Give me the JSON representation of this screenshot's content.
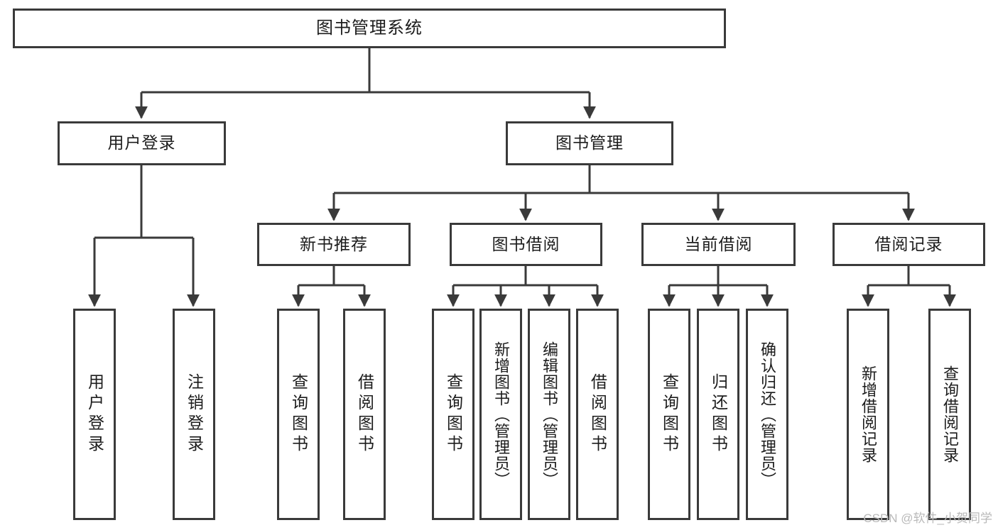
{
  "diagram": {
    "title": "图书管理系统",
    "type": "tree",
    "watermark": "CSDN @软件_小贺同学",
    "colors": {
      "box_border": "#3a3a3a",
      "box_fill": "#ffffff",
      "edge": "#3a3a3a",
      "text": "#1c1c1c",
      "watermark": "#b9b9b9"
    },
    "nodes": {
      "root": {
        "label": "图书管理系统"
      },
      "level2": [
        {
          "label": "用户登录"
        },
        {
          "label": "图书管理"
        }
      ],
      "level3": [
        {
          "label": "新书推荐"
        },
        {
          "label": "图书借阅"
        },
        {
          "label": "当前借阅"
        },
        {
          "label": "借阅记录"
        }
      ],
      "leaves": {
        "user_login": [
          {
            "label": "用户登录"
          },
          {
            "label": "注销登录"
          }
        ],
        "new_book": [
          {
            "label": "查询图书"
          },
          {
            "label": "借阅图书"
          }
        ],
        "book_borrow": [
          {
            "label": "查询图书"
          },
          {
            "label": "新增图书（管理员）"
          },
          {
            "label": "编辑图书（管理员）"
          },
          {
            "label": "借阅图书"
          }
        ],
        "current_borrow": [
          {
            "label": "查询图书"
          },
          {
            "label": "归还图书"
          },
          {
            "label": "确认归还（管理员）"
          }
        ],
        "borrow_record": [
          {
            "label": "新增借阅记录"
          },
          {
            "label": "查询借阅记录"
          }
        ]
      }
    }
  }
}
